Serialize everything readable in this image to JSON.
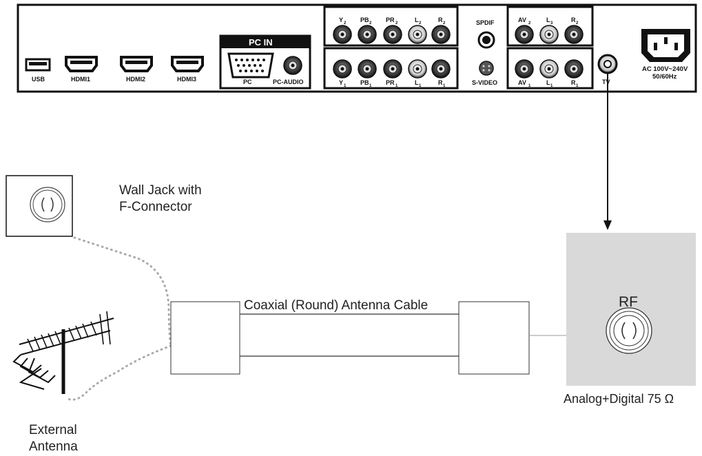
{
  "panel": {
    "usb": "USB",
    "hdmi1": "HDMI1",
    "hdmi2": "HDMI2",
    "hdmi3": "HDMI3",
    "pc_in": "PC IN",
    "pc": "PC",
    "pc_audio": "PC-AUDIO",
    "y2": "Y",
    "pb2": "PB",
    "pr2": "PR",
    "l2": "L",
    "r2": "R",
    "y1": "Y",
    "pb1": "PB",
    "pr1": "PR",
    "l1": "L",
    "r1": "R",
    "spdif": "SPDIF",
    "svideo": "S-VIDEO",
    "av2": "AV",
    "l3": "L",
    "r3": "R",
    "av1": "AV",
    "l4": "L",
    "r4": "R",
    "tv": "TV",
    "sub_1": "1",
    "sub_2": "2",
    "sub_3": "3",
    "ac_line1": "AC 100V~240V",
    "ac_line2": "50/60Hz"
  },
  "labels": {
    "wall_jack_line1": "Wall Jack with",
    "wall_jack_line2": "F-Connector",
    "cable": "Coaxial (Round) Antenna Cable",
    "rf": "RF",
    "rf_spec": "Analog+Digital 75 Ω",
    "antenna_line1": "External",
    "antenna_line2": "Antenna"
  }
}
